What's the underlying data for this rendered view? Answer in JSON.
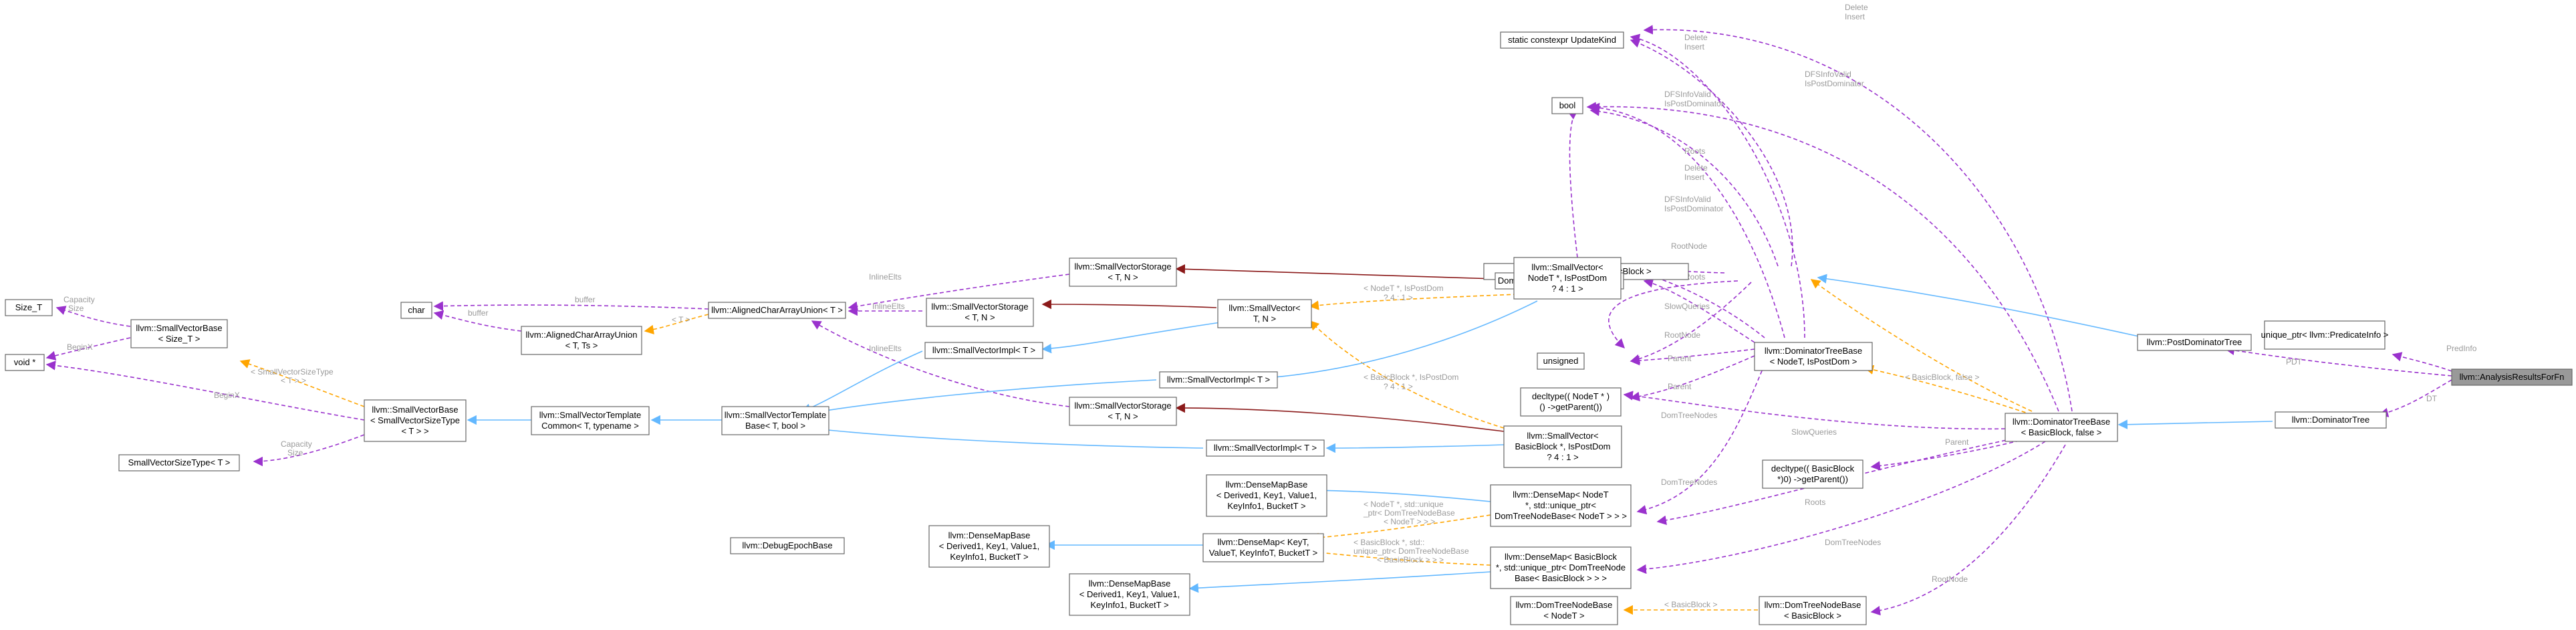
{
  "title": "",
  "colors": {
    "inheritance": "#63b8ff",
    "usage": "#9a32cd",
    "template": "#ffa500",
    "private": "#8b1a1a",
    "highlight_fill": "#999999"
  },
  "nodes": {
    "analysis": [
      "llvm::AnalysisResultsForFn"
    ],
    "uniqueptr": [
      "unique_ptr< llvm::PredicateInfo >"
    ],
    "postdomtree": [
      "llvm::PostDominatorTree"
    ],
    "domtree": [
      "llvm::DominatorTree"
    ],
    "dtbase_false": [
      "llvm::DominatorTreeBase",
      "< BasicBlock, false >"
    ],
    "pdtbase": [
      "PostDomTreeBase< BasicBlock >"
    ],
    "dtbase_t": [
      "llvm::DominatorTreeBase",
      "< NodeT, IsPostDom >"
    ],
    "updatekind": [
      "static constexpr UpdateKind"
    ],
    "bool": [
      "bool"
    ],
    "domtreenodebase_ptr": [
      "DomTreeNodeBase< NodeT > *"
    ],
    "unsigned": [
      "unsigned"
    ],
    "decltype_nodet": [
      "decltype(( NodeT * )",
      "() ->getParent())"
    ],
    "decltype_bb": [
      "decltype(( BasicBlock",
      " *)0) ->getParent())"
    ],
    "domtreenodebase_bb": [
      "llvm::DomTreeNodeBase",
      "< BasicBlock >"
    ],
    "domtreenodebase_nodet": [
      "llvm::DomTreeNodeBase",
      "< NodeT >"
    ],
    "sv_nodet": [
      "llvm::SmallVector<",
      "NodeT *, IsPostDom",
      "? 4 : 1 >"
    ],
    "sv_bb": [
      "llvm::SmallVector<",
      "BasicBlock *, IsPostDom",
      "? 4 : 1 >"
    ],
    "densemap_nodet": [
      "llvm::DenseMap< NodeT",
      "*, std::unique_ptr<",
      "DomTreeNodeBase< NodeT > > >"
    ],
    "densemap_bb": [
      "llvm::DenseMap< BasicBlock",
      "*, std::unique_ptr< DomTreeNode",
      "Base< BasicBlock > > >"
    ],
    "svstorage_top": [
      "llvm::SmallVectorStorage",
      "< T, N >"
    ],
    "svstorage_mid": [
      "llvm::SmallVectorStorage",
      "< T, N >"
    ],
    "svstorage_low": [
      "llvm::SmallVectorStorage",
      "< T, N >"
    ],
    "sv_tn": [
      "llvm::SmallVector<",
      "T, N >"
    ],
    "svimpl_a": [
      "llvm::SmallVectorImpl< T >"
    ],
    "svimpl_b": [
      "llvm::SmallVectorImpl< T >"
    ],
    "svimpl_c": [
      "llvm::SmallVectorImpl< T >"
    ],
    "aligned_union_1": [
      "llvm::AlignedCharArrayUnion< T >"
    ],
    "aligned_union_ts": [
      "llvm::AlignedCharArrayUnion",
      "< T, Ts >"
    ],
    "char": [
      "char"
    ],
    "svtplbase": [
      "llvm::SmallVectorTemplate",
      "Base< T, bool >"
    ],
    "svtplcommon": [
      "llvm::SmallVectorTemplate",
      "Common< T, typename >"
    ],
    "svbase_size": [
      "llvm::SmallVectorBase",
      "< SmallVectorSizeType",
      "< T > >"
    ],
    "svbase_sizet": [
      "llvm::SmallVectorBase",
      "< Size_T >"
    ],
    "size_t": [
      "Size_T"
    ],
    "voidptr": [
      "void *"
    ],
    "svsizetype": [
      "SmallVectorSizeType< T >"
    ],
    "dmb_top": [
      "llvm::DenseMapBase",
      "< Derived1, Key1, Value1,",
      "KeyInfo1, BucketT >"
    ],
    "dmb_mid": [
      "llvm::DenseMapBase",
      "< Derived1, Key1, Value1,",
      "KeyInfo1, BucketT >"
    ],
    "dmb_low": [
      "llvm::DenseMapBase",
      "< Derived1, Key1, Value1,",
      "KeyInfo1, BucketT >"
    ],
    "densemap_kv": [
      "llvm::DenseMap< KeyT,",
      "ValueT, KeyInfoT, BucketT >"
    ],
    "debugepoch": [
      "llvm::DebugEpochBase"
    ]
  },
  "edge_labels": {
    "predinfo": "PredInfo",
    "pdt": "PDT",
    "dt": "DT",
    "bb_false": "< BasicBlock, false >",
    "parent": "Parent",
    "slowqueries": "SlowQueries",
    "roots": "Roots",
    "domtreenodes": "DomTreeNodes",
    "rootnode": "RootNode",
    "delete_insert_1": [
      "Delete",
      "Insert"
    ],
    "delete_insert_2": [
      "Delete",
      "Insert"
    ],
    "delete_insert_3": [
      "Delete",
      "Insert"
    ],
    "dfsinfovalid_a": [
      "DFSInfoValid",
      "IsPostDominator"
    ],
    "dfsinfovalid_b": [
      "DFSInfoValid",
      "IsPostDominator"
    ],
    "dfsinfovalid_c": [
      "DFSInfoValid",
      "IsPostDominator"
    ],
    "roots_b": "Roots",
    "rootnode_b": "RootNode",
    "slowqueries_b": "SlowQueries",
    "parent_b": "Parent",
    "domtreenodes_b": "DomTreeNodes",
    "parent_c": "Parent",
    "roots_c": "Roots",
    "domtreenodes_c": "DomTreeNodes",
    "rootnode_c": "RootNode",
    "nodet_ispostdom": [
      "< NodeT *, IsPostDom",
      "? 4 : 1 >"
    ],
    "bb_ispostdom": [
      "< BasicBlock *, IsPostDom",
      "? 4 : 1 >"
    ],
    "nodet_uniqueptr": [
      "< NodeT *, std::unique",
      "_ptr< DomTreeNodeBase",
      "< NodeT > > >"
    ],
    "bb_uniqueptr": [
      "< BasicBlock *, std::",
      "unique_ptr< DomTreeNodeBase",
      "< BasicBlock > > >"
    ],
    "bb_tpl": "< BasicBlock >",
    "inlineelts_1": "InlineElts",
    "inlineelts_2": "InlineElts",
    "inlineelts_3": "InlineElts",
    "buffer": "buffer",
    "buffer_2": "buffer",
    "t_tpl": "< T >",
    "capacity_size": [
      "Capacity",
      "Size"
    ],
    "capacity_size_b": [
      "Capacity",
      "Size"
    ],
    "beginx": "BeginX",
    "beginx_b": "BeginX",
    "svsizetype_tpl": [
      "< SmallVectorSizeType",
      "< T > >"
    ]
  }
}
